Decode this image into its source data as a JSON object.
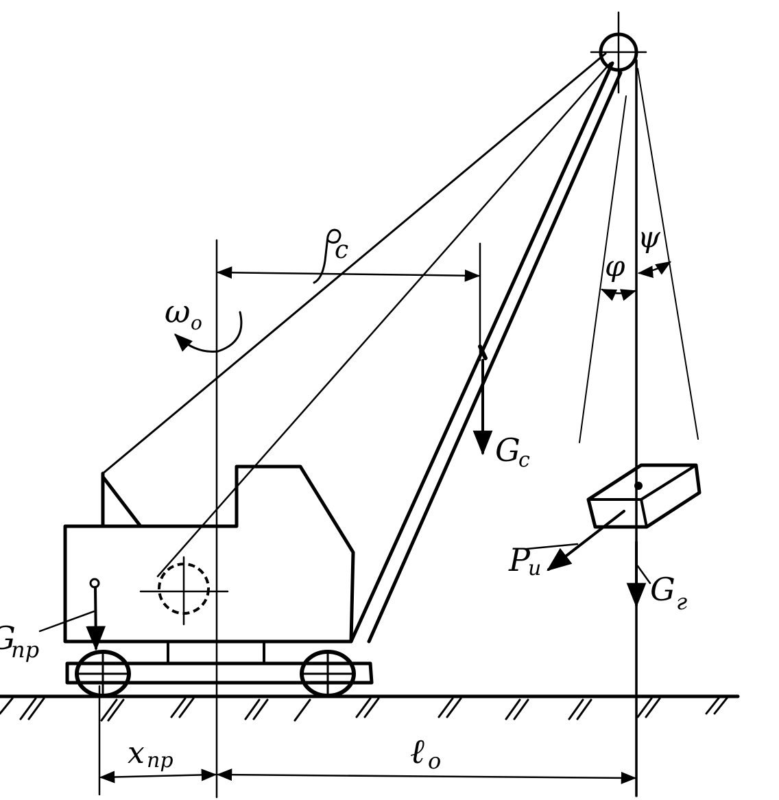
{
  "diagram": {
    "labels": {
      "rho_c": "ρ",
      "rho_c_sub": "c",
      "omega": "ω",
      "omega_sub": "o",
      "g_c": "G",
      "g_c_sub": "c",
      "g_pr": "G",
      "g_pr_sub": "пр",
      "p_u": "P",
      "p_u_sub": "u",
      "g_g": "G",
      "g_g_sub": "г",
      "phi": "φ",
      "psi": "ψ",
      "x_pr": "x",
      "x_pr_sub": "пр",
      "l_o": "ℓ",
      "l_o_sub": "o"
    }
  }
}
